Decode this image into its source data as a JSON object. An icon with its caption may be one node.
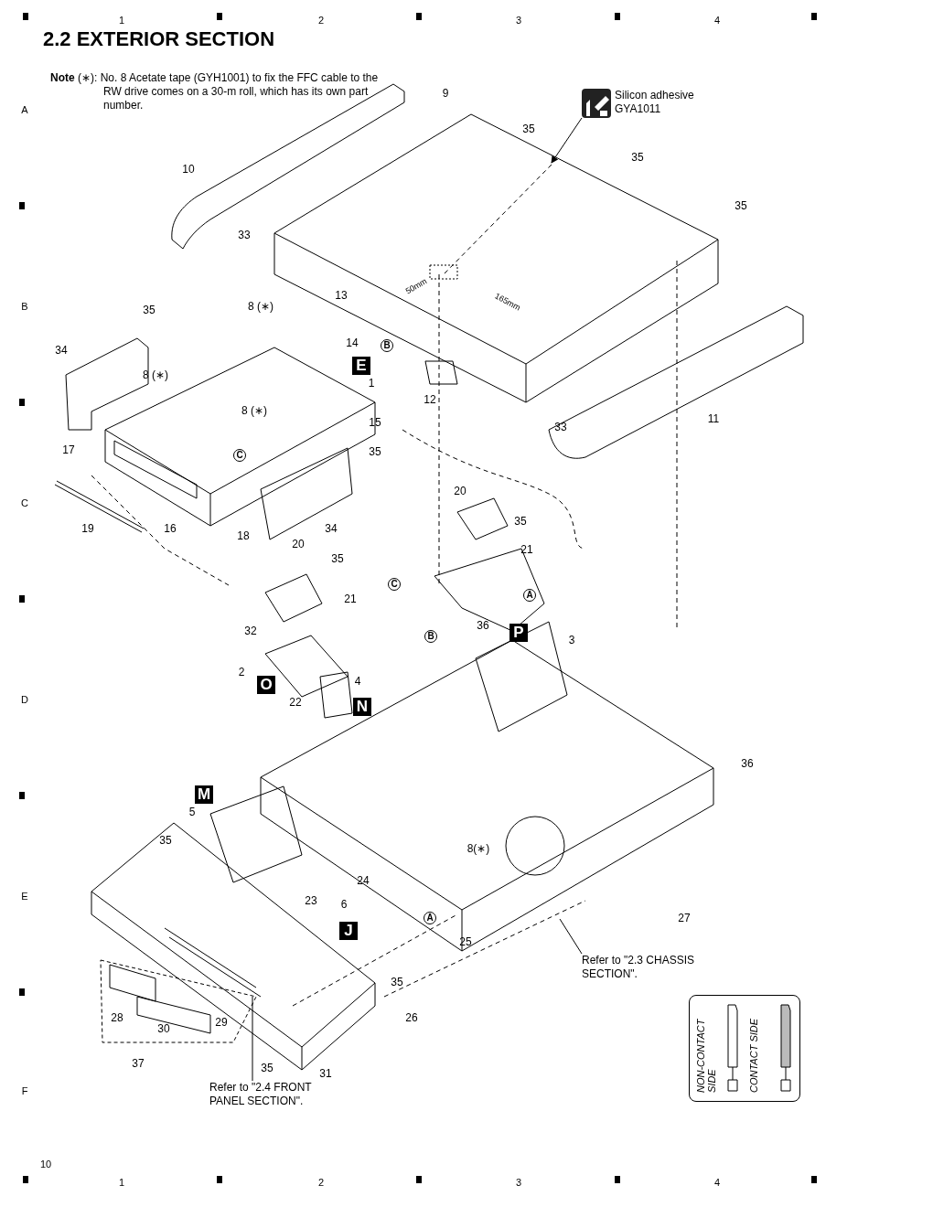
{
  "diagram": {
    "title": "2.2  EXTERIOR SECTION",
    "nodes": [
      {
        "text": [
          "Silicon adhesive GYA1011"
        ]
      },
      {
        "text": [
          "Refer to \"2.3 CHASSIS SECTION\"."
        ]
      },
      {
        "text": [
          "Refer to \"2.4 FRONT PANEL SECTION\"."
        ]
      },
      {
        "text": [
          "NON-CONTACT SIDE",
          "CONTACT SIDE"
        ]
      }
    ],
    "edges": [
      {
        "from": 0,
        "to": null,
        "arrow": "to"
      },
      {
        "from": 1,
        "to": null,
        "arrow": "none"
      },
      {
        "from": 2,
        "to": null,
        "arrow": "none"
      }
    ],
    "labels": [
      "1",
      "2",
      "3",
      "4",
      "**Note** (∗): No. 8 Acetate tape (GYH1001) to fix the FFC cable to the RW drive comes on a 30-m roll, which has its own part number.",
      "A",
      "9",
      "35",
      "10",
      "35",
      "35",
      "33",
      "B",
      "50mm",
      "165mm",
      "13",
      "8 (∗)",
      "35",
      "14",
      "B",
      "34",
      "8 (∗)",
      "E",
      "1",
      "12",
      "8 (∗)",
      "15",
      "33",
      "11",
      "17",
      "35",
      "C",
      "C",
      "19",
      "16",
      "18",
      "34",
      "20",
      "35",
      "21",
      "20",
      "35",
      "21",
      "C",
      "A",
      "3",
      "B",
      "36",
      "P",
      "32",
      "2",
      "4",
      "O",
      "D",
      "22",
      "N",
      "36",
      "M",
      "5",
      "35",
      "8(∗)",
      "E",
      "24",
      "23",
      "6",
      "27",
      "A",
      "25",
      "J",
      "35",
      "26",
      "28",
      "30",
      "29",
      "37",
      "35",
      "31",
      "F",
      "10",
      "1",
      "2",
      "3",
      "4"
    ]
  }
}
